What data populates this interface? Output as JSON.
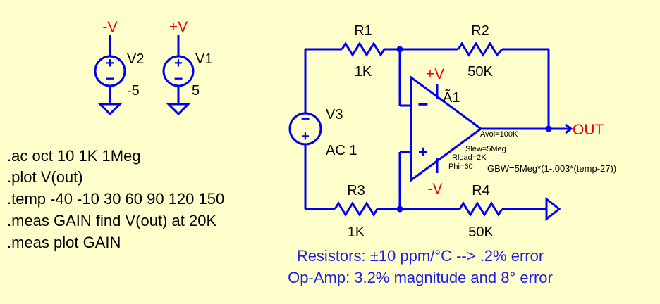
{
  "sources": [
    {
      "name": "V2",
      "value": "-5",
      "net": "-V"
    },
    {
      "name": "V1",
      "value": "5",
      "net": "+V"
    },
    {
      "name": "V3",
      "value": "AC 1"
    }
  ],
  "resistors": [
    {
      "name": "R1",
      "value": "1K"
    },
    {
      "name": "R2",
      "value": "50K"
    },
    {
      "name": "R3",
      "value": "1K"
    },
    {
      "name": "R4",
      "value": "50K"
    }
  ],
  "opamp": {
    "name": "Ã1",
    "supply_pos": "+V",
    "supply_neg": "-V",
    "params": [
      "Avol=100K",
      "Slew=5Meg",
      "Rload=2K",
      "Phi=60"
    ],
    "gbw": "GBW=5Meg*(1-.003*(temp-27))",
    "minus_sign": "−",
    "plus_sign": "+"
  },
  "output_label": "OUT",
  "directives": [
    ".ac oct 10 1K 1Meg",
    ".plot V(out)",
    ".temp -40 -10 30 60 90 120 150",
    ".meas GAIN find V(out) at 20K",
    ".meas plot GAIN"
  ],
  "notes": [
    "Resistors: ±10 ppm/°C --> .2% error",
    "Op-Amp: 3.2% magnitude and 8° error"
  ],
  "colors": {
    "wire": "#0000ee",
    "net_label": "#ee0000",
    "note": "#1f1fe0",
    "background": "#ffffcc"
  }
}
